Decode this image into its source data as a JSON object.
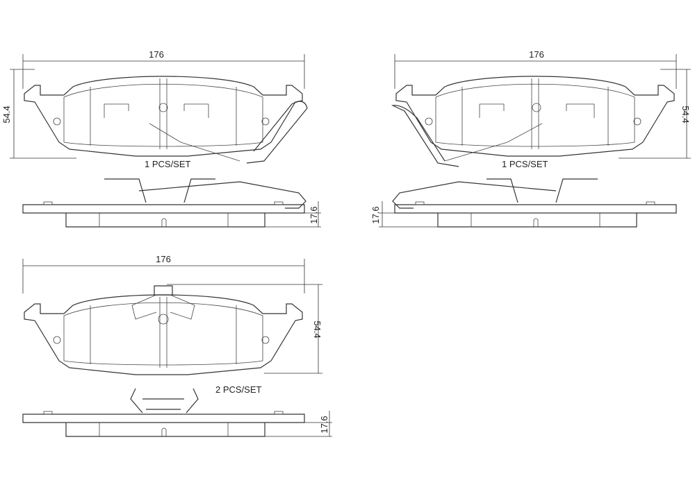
{
  "figure": {
    "pad_front_left": {
      "width_label": "176",
      "height_label": "54.4",
      "qty_label": "1   PCS/SET",
      "thickness_label": "17.6"
    },
    "pad_front_right": {
      "width_label": "176",
      "height_label": "54.4",
      "qty_label": "1   PCS/SET",
      "thickness_label": "17.6"
    },
    "pad_rear": {
      "width_label": "176",
      "height_label": "54.4",
      "qty_label": "2   PCS/SET",
      "thickness_label": "17.6"
    }
  },
  "colors": {
    "line": "#333333",
    "background": "#ffffff"
  }
}
